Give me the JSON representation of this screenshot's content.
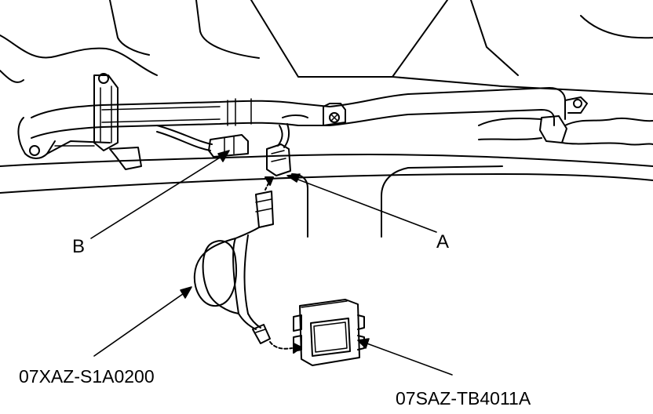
{
  "callouts": {
    "a": "A",
    "b": "B"
  },
  "parts": {
    "harness": "07XAZ-S1A0200",
    "tester": "07SAZ-TB4011A"
  },
  "colors": {
    "line": "#000000",
    "background": "#ffffff"
  }
}
